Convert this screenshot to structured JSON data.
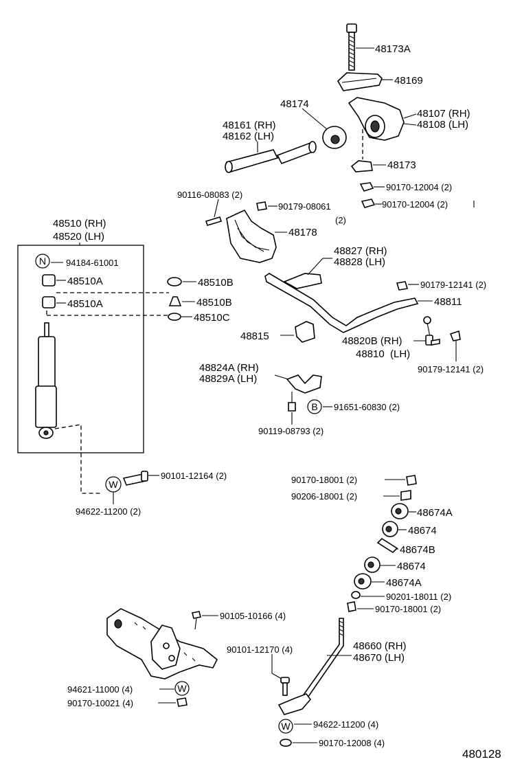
{
  "diagram_id": "480128",
  "labels": {
    "p48173A": "48173A",
    "p48169": "48169",
    "p48174": "48174",
    "p48107": "48107 (RH)",
    "p48108": "48108 (LH)",
    "p48161": "48161 (RH)",
    "p48162": "48162 (LH)",
    "p48173": "48173",
    "p90170_12004_a": "90170-12004 (2)",
    "p90170_12004_b": "90170-12004 (2)",
    "p90116": "90116-08083 (2)",
    "p90179_08061": "90179-08061",
    "p90179_08061_qty": "(2)",
    "p48178": "48178",
    "p48510": "48510 (RH)",
    "p48520": "48520 (LH)",
    "p94184": "94184-61001",
    "p48510A_1": "48510A",
    "p48510A_2": "48510A",
    "p48510B_1": "48510B",
    "p48510B_2": "48510B",
    "p48510C": "48510C",
    "p48827": "48827 (RH)",
    "p48828": "48828 (LH)",
    "p90179_12141_a": "90179-12141 (2)",
    "p48811": "48811",
    "p48815": "48815",
    "p48820B": "48820B (RH)",
    "p48810": "48810",
    "p48810_lh": "(LH)",
    "p90179_12141_b": "90179-12141 (2)",
    "p48824A": "48824A (RH)",
    "p48829A": "48829A (LH)",
    "p91651": "91651-60830 (2)",
    "p90119": "90119-08793 (2)",
    "p90101_12164": "90101-12164 (2)",
    "p94622_11200_a": "94622-11200 (2)",
    "p90170_18001_a": "90170-18001 (2)",
    "p90206": "90206-18001 (2)",
    "p48674A_1": "48674A",
    "p48674_1": "48674",
    "p48674B": "48674B",
    "p48674_2": "48674",
    "p48674A_2": "48674A",
    "p90201": "90201-18011 (2)",
    "p90170_18001_b": "90170-18001 (2)",
    "p90105": "90105-10166 (4)",
    "p90101_12170": "90101-12170 (4)",
    "p48660": "48660 (RH)",
    "p48670": "48670 (LH)",
    "p94621": "94621-11000 (4)",
    "p90170_10021": "90170-10021 (4)",
    "p94622_11200_b": "94622-11200 (4)",
    "p90170_12008": "90170-12008 (4)"
  },
  "badges": {
    "n": "N",
    "b": "B",
    "w1": "W",
    "w2": "W",
    "w3": "W"
  }
}
